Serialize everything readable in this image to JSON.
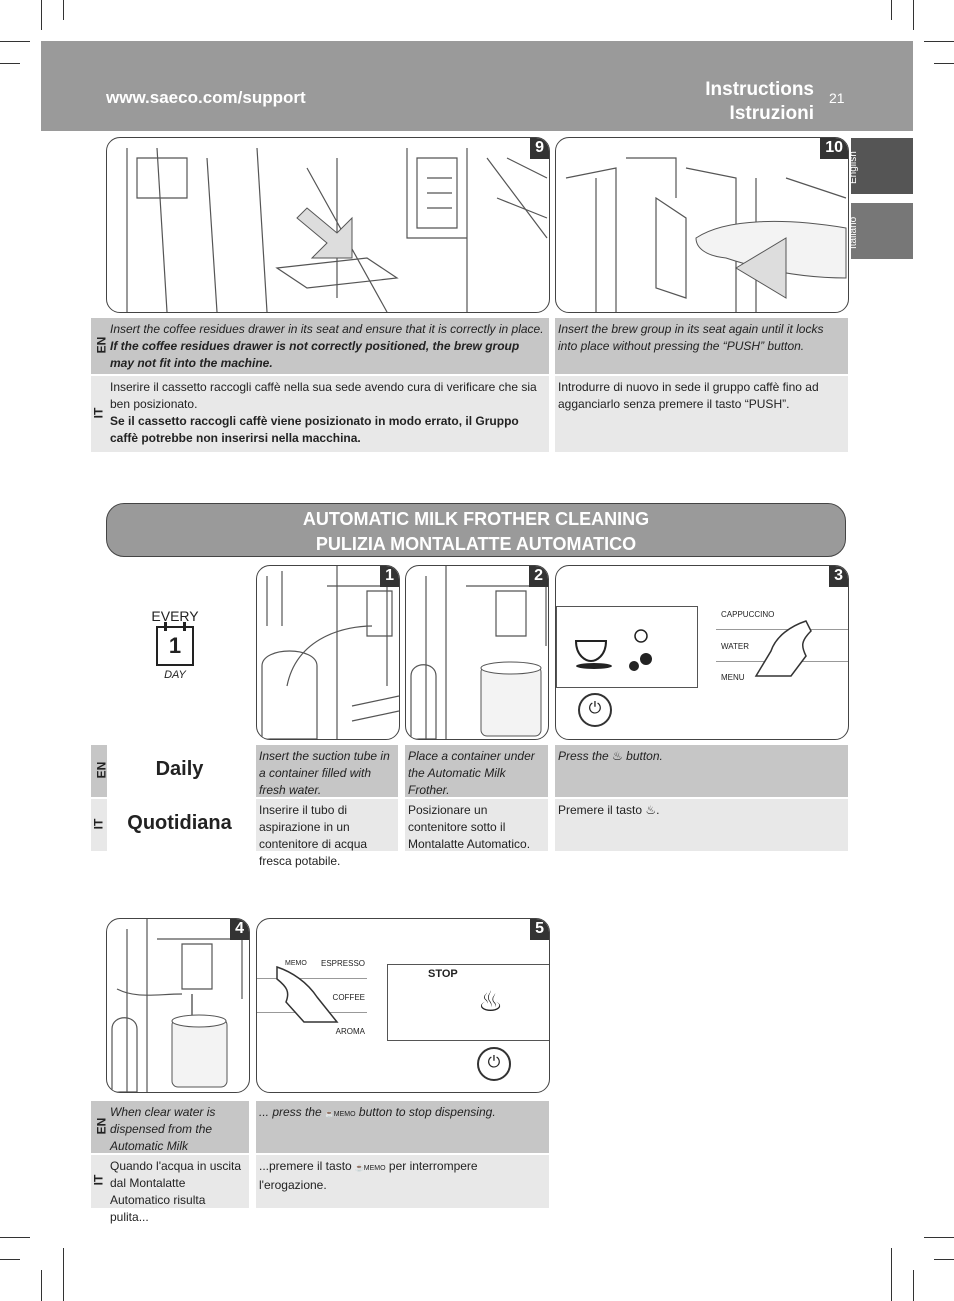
{
  "header": {
    "url": "www.saeco.com/support",
    "title_en": "Instructions",
    "title_it": "Istruzioni",
    "page_number": "21"
  },
  "side_tabs": [
    "English",
    "Italiano"
  ],
  "lang_labels": {
    "en": "EN",
    "it": "IT"
  },
  "top_section": {
    "step9": {
      "number": "9",
      "en_normal": "Insert the coffee residues drawer in its seat and ensure that it is correctly in place.",
      "en_bold": "If the coffee residues drawer is not correctly positioned, the brew group may not fit into the machine.",
      "it_normal": "Inserire il cassetto raccogli caffè nella sua sede avendo cura di verificare che sia ben posizionato.",
      "it_bold": "Se il cassetto raccogli caffè viene posizionato in modo errato, il Gruppo caffè potrebbe non inserirsi nella macchina."
    },
    "step10": {
      "number": "10",
      "en": "Insert the brew group in its seat again until it locks into place without pressing the “PUSH” button.",
      "it": "Introdurre di nuovo in sede il gruppo caffè fino ad agganciarlo senza premere il tasto “PUSH”."
    }
  },
  "milk_section": {
    "title_en": "AUTOMATIC MILK FROTHER  CLEANING",
    "title_it": "PULIZIA MONTALATTE AUTOMATICO",
    "calendar": {
      "every": "EVERY",
      "number": "1",
      "day": "DAY"
    },
    "frequency_en": "Daily",
    "frequency_it": "Quotidiana",
    "steps": [
      {
        "number": "1",
        "en": "Insert the suction tube in a container filled with fresh water.",
        "it": "Inserire il tubo di aspirazione in un contenitore di acqua fresca potabile."
      },
      {
        "number": "2",
        "en": "Place a container under the Automatic Milk Frother.",
        "it": "Posizionare un contenitore sotto il Montalatte Automatico."
      },
      {
        "number": "3",
        "en_pre": "Press the",
        "en_post": "button.",
        "it_pre": "Premere il tasto",
        "it_post": "."
      },
      {
        "number": "4",
        "en": "When clear water is dispensed from the Automatic Milk Frother.....",
        "it": "Quando l'acqua in uscita dal Montalatte Automatico risulta pulita..."
      },
      {
        "number": "5",
        "en_pre": "... press the",
        "en_post": "button to stop dispensing.",
        "it_pre": "...premere il tasto",
        "it_post": "per interrompere l'erogazione."
      }
    ],
    "panel3_labels": [
      "CAPPUCCINO",
      "WATER",
      "MENU"
    ],
    "panel5_labels": [
      "ESPRESSO",
      "COFFEE",
      "AROMA"
    ],
    "memo_label": "MEMO",
    "display_stop": "STOP"
  }
}
